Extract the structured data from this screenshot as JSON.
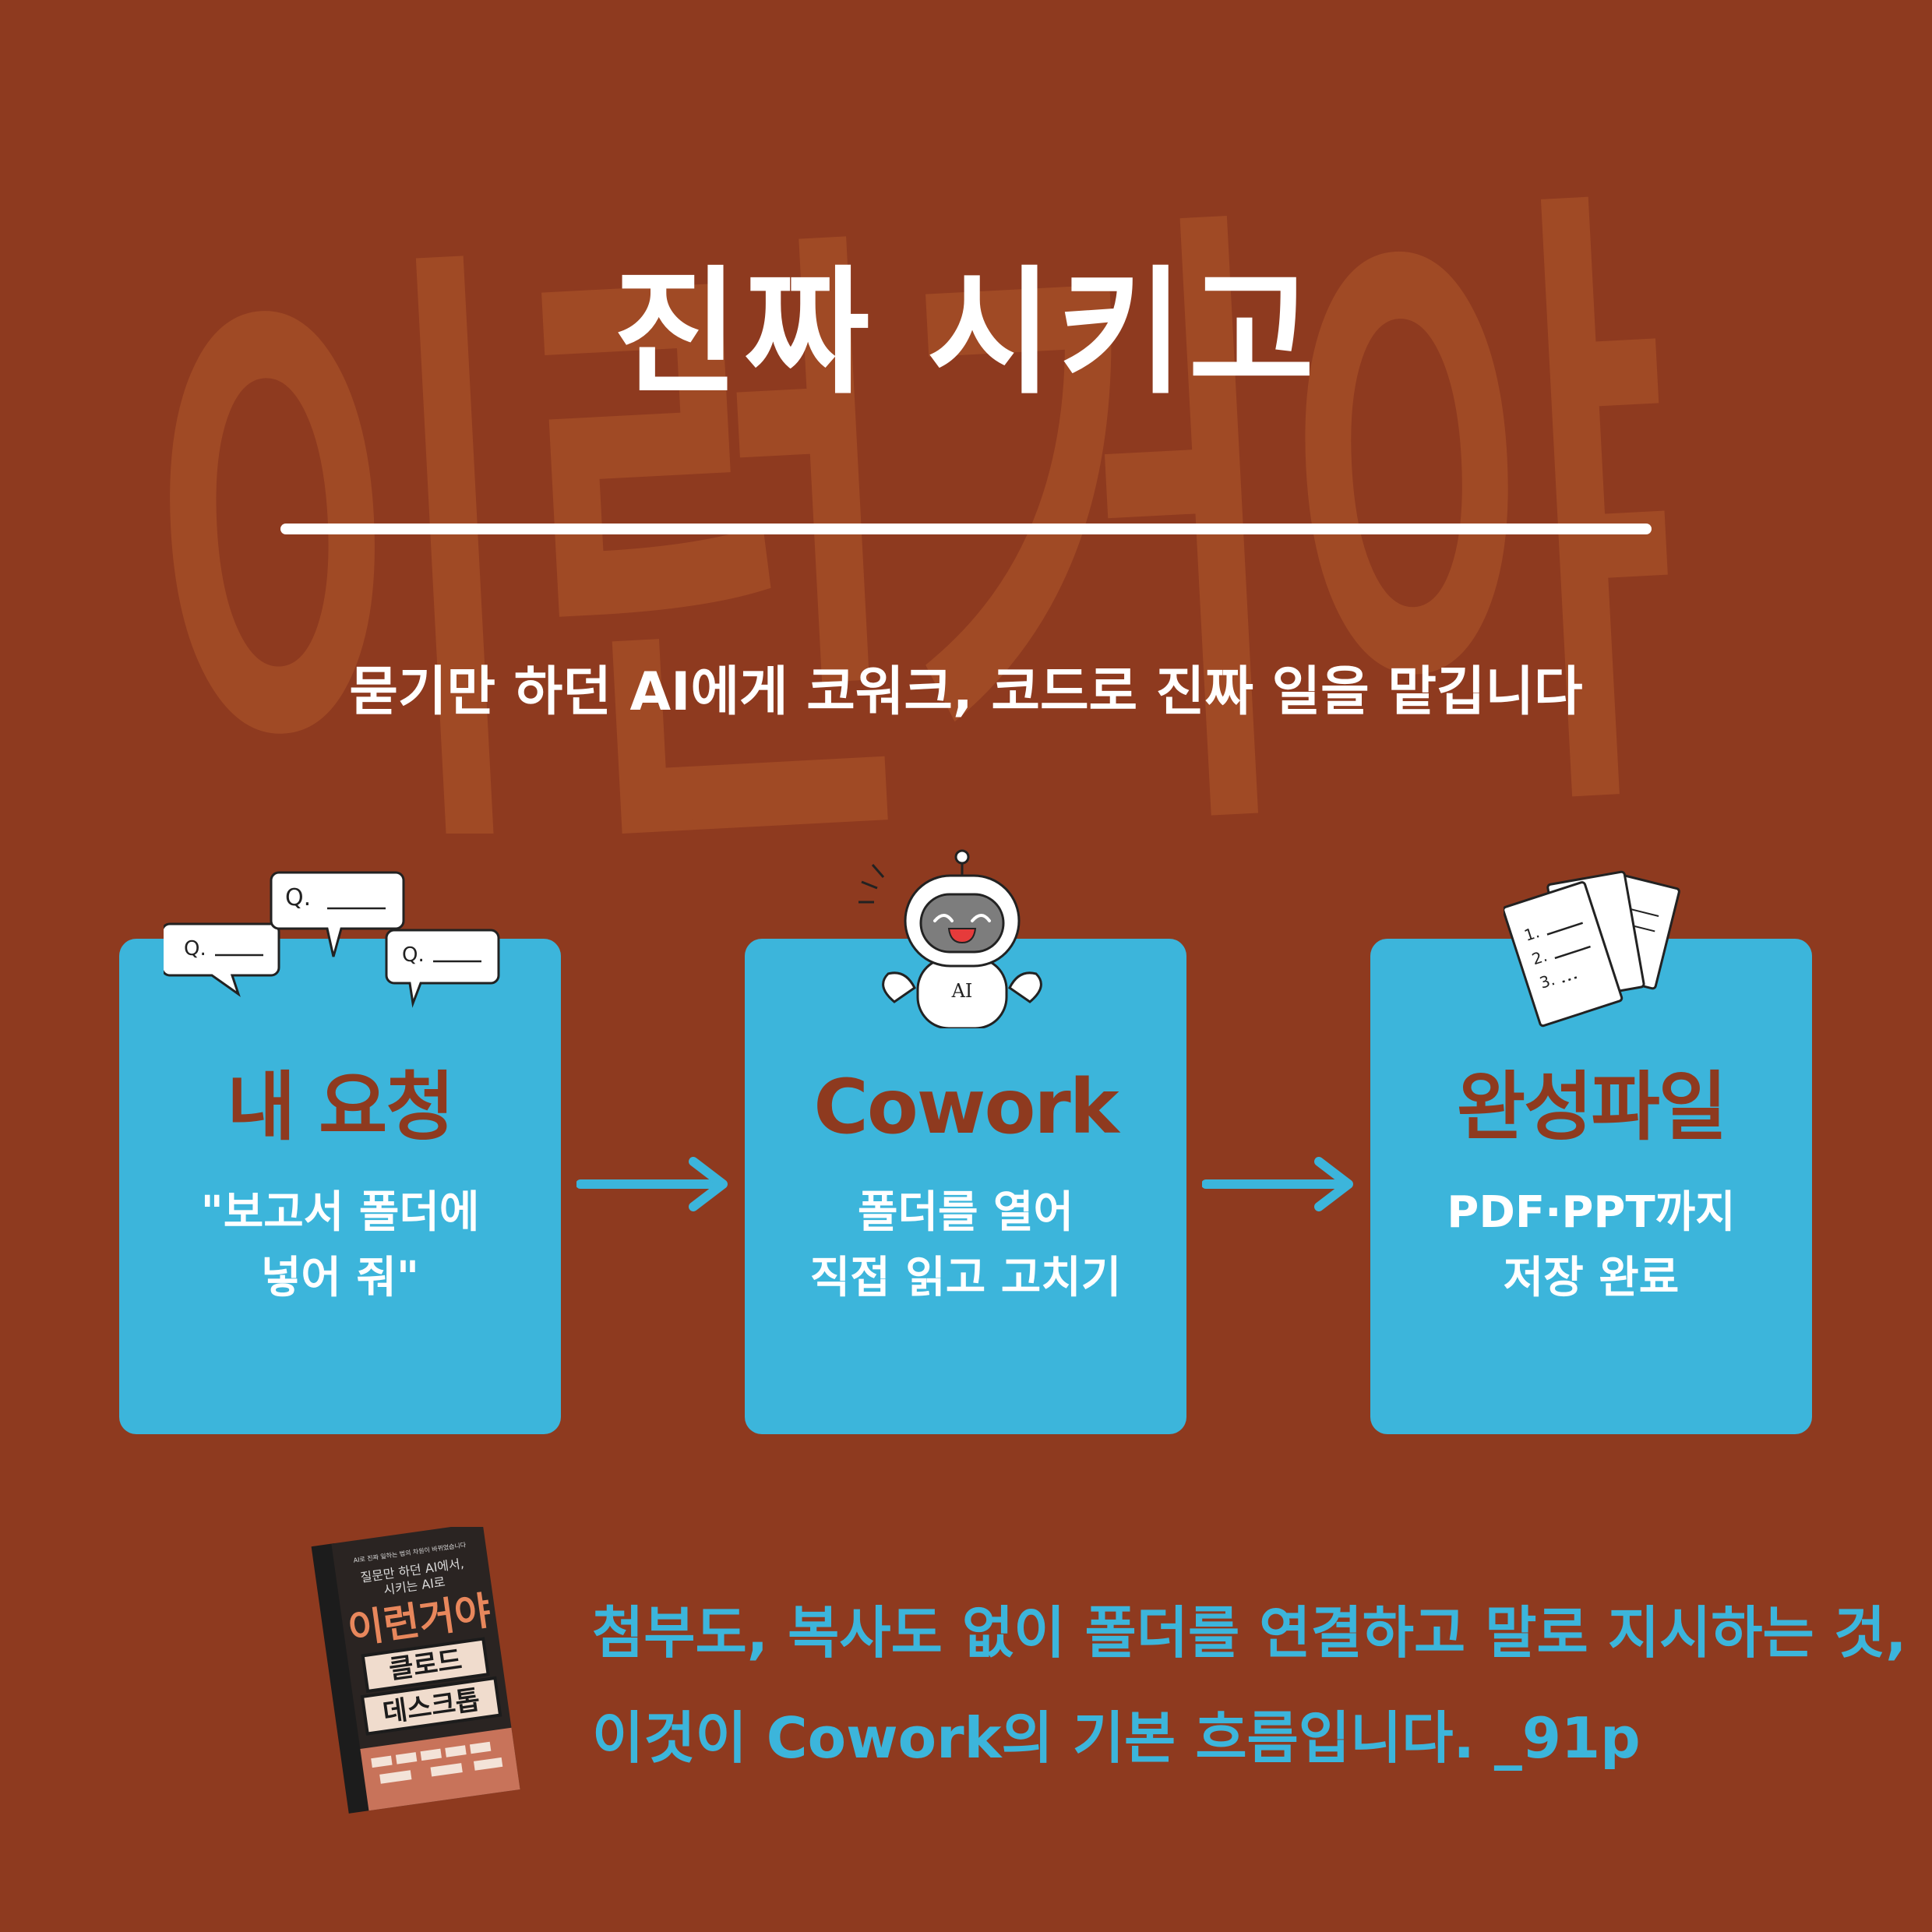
{
  "colors": {
    "background": "#8e3a1f",
    "watermark": "#a04a25",
    "card": "#3cb5db",
    "card_title": "#8e3a1f",
    "text_light": "#ffffff",
    "quote_text": "#3cb5db"
  },
  "watermark": {
    "text": "이런거야"
  },
  "title": "진짜 시키고",
  "subtitle": "묻기만 하던 AI에게 코워크, 코드로 진짜 일을 맡깁니다",
  "cards": [
    {
      "title": "내 요청",
      "desc_lines": [
        "\"보고서 폴더에",
        "넣어 줘\""
      ],
      "illustration": "speech-bubbles-icon",
      "bubble_text": "Q."
    },
    {
      "title": "Cowork",
      "desc_lines": [
        "폴더를 열어",
        "직접 읽고 고치기"
      ],
      "illustration": "ai-robot-icon",
      "robot_label": "AI"
    },
    {
      "title": "완성파일",
      "desc_lines": [
        "PDF·PPT까지",
        "저장 완료"
      ],
      "illustration": "documents-icon",
      "doc_items": [
        "1.",
        "2.",
        "3."
      ]
    }
  ],
  "arrows": [
    "arrow-right-icon",
    "arrow-right-icon"
  ],
  "book": {
    "top_line": "AI로 진짜 일하는 법의 차원이 바뀌었습니다",
    "subtitle_lines": [
      "질문만 하던 AI에서,",
      "시키는 AI로"
    ],
    "title": "이런거야",
    "subtitle_box_1": "클로드",
    "subtitle_box_2": "데스크톱"
  },
  "quote_lines": [
    "첨부도, 복사도 없이 폴더를 연결하고 말로 지시하는 것,",
    "이것이 Cowork의 기본 흐름입니다. _91p"
  ]
}
